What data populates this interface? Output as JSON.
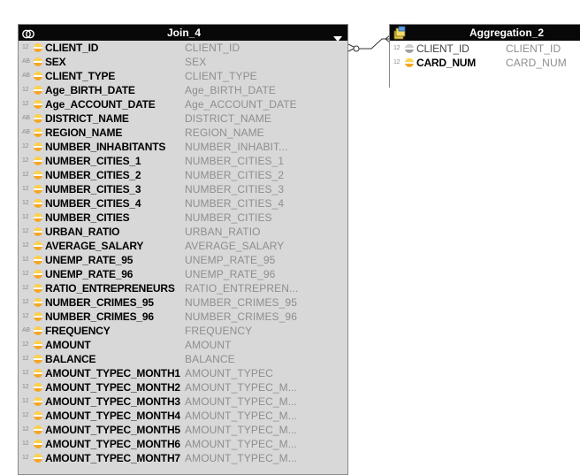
{
  "join_node": {
    "title": "Join_4",
    "header_icon": "join-icon",
    "menu_icon": "dropdown-triangle-icon",
    "rows": [
      {
        "type": "12",
        "icon": "column-icon",
        "name": "CLIENT_ID",
        "alias": "CLIENT_ID"
      },
      {
        "type": "AB",
        "icon": "column-icon",
        "name": "SEX",
        "alias": "SEX"
      },
      {
        "type": "AB",
        "icon": "column-icon",
        "name": "CLIENT_TYPE",
        "alias": "CLIENT_TYPE"
      },
      {
        "type": "12",
        "icon": "column-icon",
        "name": "Age_BIRTH_DATE",
        "alias": "Age_BIRTH_DATE"
      },
      {
        "type": "12",
        "icon": "column-icon",
        "name": "Age_ACCOUNT_DATE",
        "alias": "Age_ACCOUNT_DATE"
      },
      {
        "type": "AB",
        "icon": "column-icon",
        "name": "DISTRICT_NAME",
        "alias": "DISTRICT_NAME"
      },
      {
        "type": "AB",
        "icon": "column-icon",
        "name": "REGION_NAME",
        "alias": "REGION_NAME"
      },
      {
        "type": "12",
        "icon": "column-icon",
        "name": "NUMBER_INHABITANTS",
        "alias": "NUMBER_INHABIT..."
      },
      {
        "type": "12",
        "icon": "column-icon",
        "name": "NUMBER_CITIES_1",
        "alias": "NUMBER_CITIES_1"
      },
      {
        "type": "12",
        "icon": "column-icon",
        "name": "NUMBER_CITIES_2",
        "alias": "NUMBER_CITIES_2"
      },
      {
        "type": "12",
        "icon": "column-icon",
        "name": "NUMBER_CITIES_3",
        "alias": "NUMBER_CITIES_3"
      },
      {
        "type": "12",
        "icon": "column-icon",
        "name": "NUMBER_CITIES_4",
        "alias": "NUMBER_CITIES_4"
      },
      {
        "type": "12",
        "icon": "column-icon",
        "name": "NUMBER_CITIES",
        "alias": "NUMBER_CITIES"
      },
      {
        "type": "12",
        "icon": "column-icon",
        "name": "URBAN_RATIO",
        "alias": "URBAN_RATIO"
      },
      {
        "type": "12",
        "icon": "column-icon",
        "name": "AVERAGE_SALARY",
        "alias": "AVERAGE_SALARY"
      },
      {
        "type": "12",
        "icon": "column-icon",
        "name": "UNEMP_RATE_95",
        "alias": "UNEMP_RATE_95"
      },
      {
        "type": "12",
        "icon": "column-icon",
        "name": "UNEMP_RATE_96",
        "alias": "UNEMP_RATE_96"
      },
      {
        "type": "12",
        "icon": "column-icon",
        "name": "RATIO_ENTREPRENEURS",
        "alias": "RATIO_ENTREPREN..."
      },
      {
        "type": "12",
        "icon": "column-icon",
        "name": "NUMBER_CRIMES_95",
        "alias": "NUMBER_CRIMES_95"
      },
      {
        "type": "12",
        "icon": "column-icon",
        "name": "NUMBER_CRIMES_96",
        "alias": "NUMBER_CRIMES_96"
      },
      {
        "type": "AB",
        "icon": "column-icon",
        "name": "FREQUENCY",
        "alias": "FREQUENCY"
      },
      {
        "type": "12",
        "icon": "column-icon",
        "name": "AMOUNT",
        "alias": "AMOUNT"
      },
      {
        "type": "12",
        "icon": "column-icon",
        "name": "BALANCE",
        "alias": "BALANCE"
      },
      {
        "type": "12",
        "icon": "column-icon",
        "name": "AMOUNT_TYPEC_MONTH1",
        "alias": "AMOUNT_TYPEC"
      },
      {
        "type": "12",
        "icon": "column-icon",
        "name": "AMOUNT_TYPEC_MONTH2",
        "alias": "AMOUNT_TYPEC_M..."
      },
      {
        "type": "12",
        "icon": "column-icon",
        "name": "AMOUNT_TYPEC_MONTH3",
        "alias": "AMOUNT_TYPEC_M..."
      },
      {
        "type": "12",
        "icon": "column-icon",
        "name": "AMOUNT_TYPEC_MONTH4",
        "alias": "AMOUNT_TYPEC_M..."
      },
      {
        "type": "12",
        "icon": "column-icon",
        "name": "AMOUNT_TYPEC_MONTH5",
        "alias": "AMOUNT_TYPEC_M..."
      },
      {
        "type": "12",
        "icon": "column-icon",
        "name": "AMOUNT_TYPEC_MONTH6",
        "alias": "AMOUNT_TYPEC_M..."
      },
      {
        "type": "12",
        "icon": "column-icon",
        "name": "AMOUNT_TYPEC_MONTH7",
        "alias": "AMOUNT_TYPEC_M..."
      }
    ]
  },
  "aggregation_node": {
    "title": "Aggregation_2",
    "header_icon": "aggregation-icon",
    "rows": [
      {
        "type": "12",
        "icon": "column-icon-gray",
        "name": "CLIENT_ID",
        "alias": "CLIENT_ID",
        "dimmed": true
      },
      {
        "type": "12",
        "icon": "column-icon",
        "name": "CARD_NUM",
        "alias": "CARD_NUM",
        "dimmed": false
      }
    ]
  },
  "colors": {
    "header_bg": "#080808",
    "header_text": "#ffffff",
    "join_body_bg": "#d8d8d8",
    "agg_body_bg": "#ffffff",
    "column_name": "#000000",
    "alias_text": "#8e8e8e",
    "type_text": "#8c8c8c",
    "column_icon": "#f5a623",
    "connector": "#333333"
  }
}
